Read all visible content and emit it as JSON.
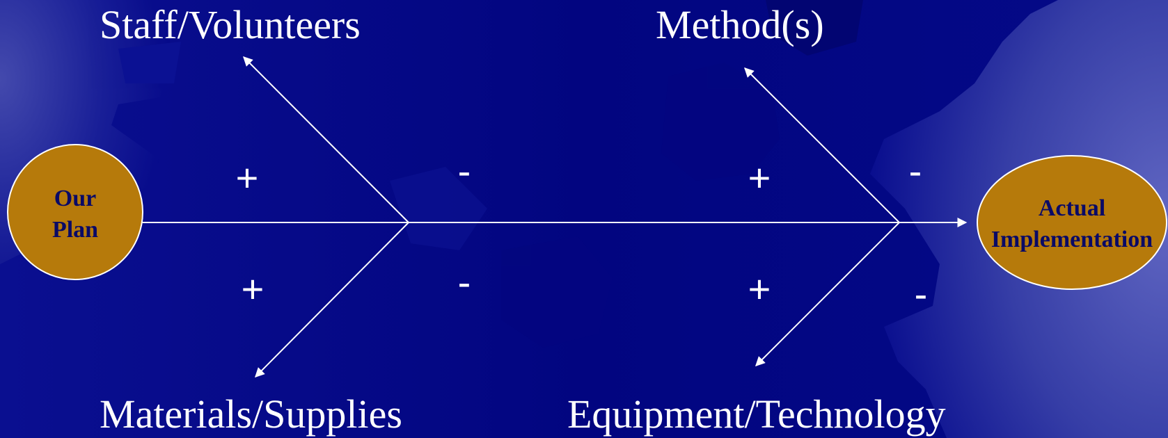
{
  "colors": {
    "background": "#00037d",
    "gear_shade": "#0b0f8c",
    "gear_light": "#5a62c0",
    "node_fill": "#b67a0b",
    "line": "#ffffff",
    "text_dark": "#0a0a66"
  },
  "nodes": {
    "start": {
      "line1": "Our",
      "line2": "Plan"
    },
    "end": {
      "line1": "Actual",
      "line2": "Implementation"
    }
  },
  "categories": {
    "top_left": "Staff/Volunteers",
    "top_right": "Method(s)",
    "bottom_left": "Materials/Supplies",
    "bottom_right": "Equipment/Technology"
  },
  "signs": {
    "plus": "+",
    "minus": "-"
  }
}
